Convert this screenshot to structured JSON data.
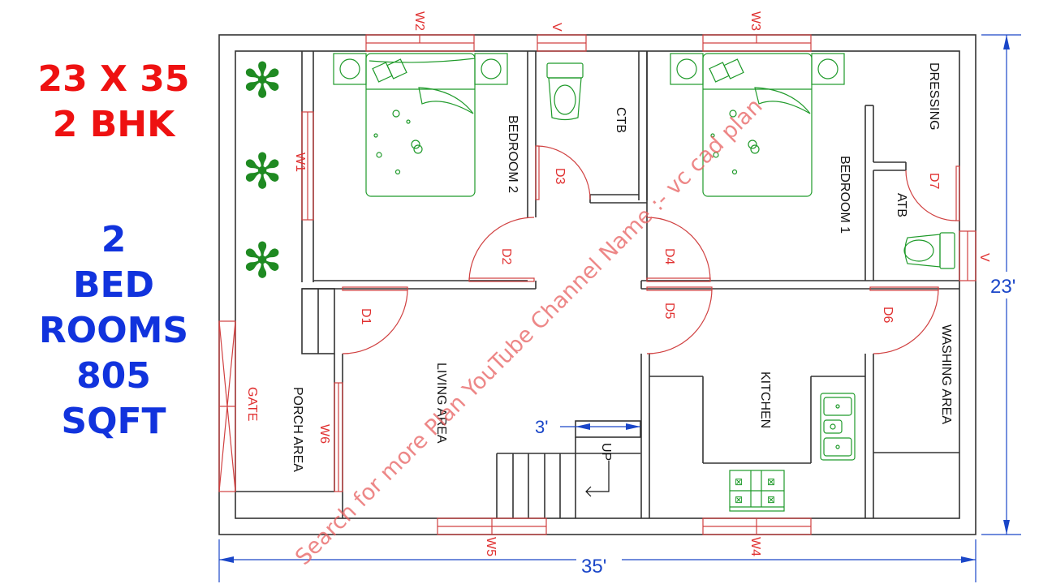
{
  "info_panel": {
    "line1": "23 X 35",
    "line2": "2 BHK",
    "line3": "2",
    "line4": "BED",
    "line5": "ROOMS",
    "line6": "805",
    "line7": "SQFT",
    "colors": {
      "red": "#ee1111",
      "blue": "#1133dd"
    }
  },
  "rooms": {
    "bedroom2": "BEDROOM 2",
    "bedroom1": "BEDROOM 1",
    "ctb": "CTB",
    "atb": "ATB",
    "dressing": "DRESSING",
    "living": "LIVING AREA",
    "porch": "PORCH AREA",
    "kitchen": "KITCHEN",
    "washing": "WASHING AREA",
    "gate": "GATE",
    "stairs_up": "UP"
  },
  "doors": [
    "D1",
    "D2",
    "D3",
    "D4",
    "D5",
    "D6",
    "D7"
  ],
  "windows": [
    "W1",
    "W2",
    "W3",
    "W4",
    "W5",
    "W6"
  ],
  "ventilators": [
    "V",
    "V"
  ],
  "dimensions": {
    "width": "35'",
    "depth": "23'",
    "stair_width": "3'"
  },
  "watermark": "Search for more Plan  YouTube Channel Name :- vc cad plan",
  "colors": {
    "wall": "#333333",
    "door": "#d04040",
    "furniture": "#1f9a2a",
    "dimension": "#1a46c8"
  }
}
